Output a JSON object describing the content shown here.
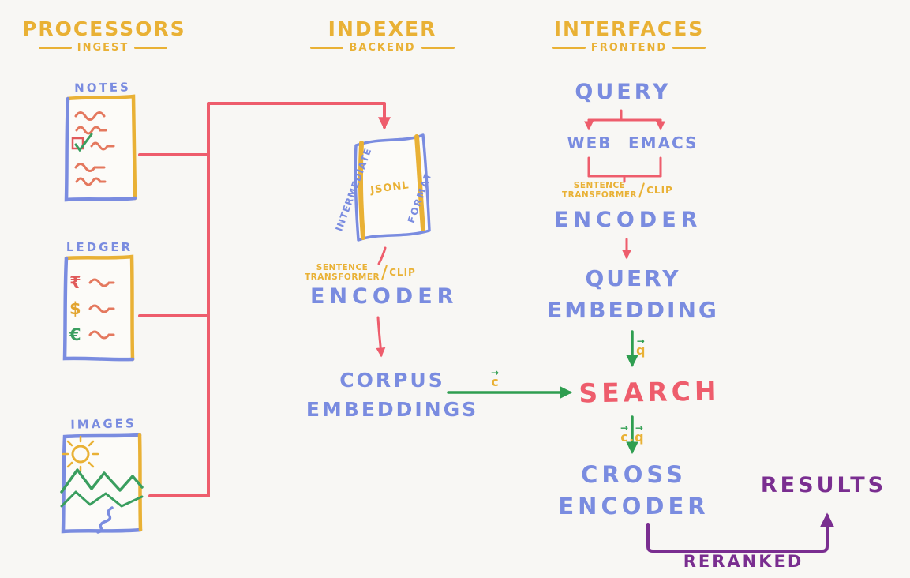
{
  "colors": {
    "yellow": "#e9b135",
    "blue": "#7a8ce0",
    "red": "#ee5d6c",
    "green": "#2f9e50",
    "purple": "#7a2e90",
    "background": "#f8f7f4"
  },
  "columns": {
    "processors": {
      "title": "PROCESSORS",
      "subtitle": "INGEST"
    },
    "indexer": {
      "title": "INDEXER",
      "subtitle": "BACKEND"
    },
    "interfaces": {
      "title": "INTERFACES",
      "subtitle": "FRONTEND"
    }
  },
  "processors": {
    "notes_label": "NOTES",
    "ledger_label": "LEDGER",
    "images_label": "IMAGES",
    "ledger_symbols": [
      "₹",
      "$",
      "€"
    ]
  },
  "indexer": {
    "scroll_left": "INTERMEDIATE",
    "scroll_center": "JSONL",
    "scroll_right": "FORMAT",
    "model_line1": "SENTENCE",
    "model_line2": "TRANSFORMER",
    "model_alt": "CLIP",
    "encoder": "ENCODER",
    "corpus_line1": "CORPUS",
    "corpus_line2": "EMBEDDINGS"
  },
  "interfaces": {
    "query": "QUERY",
    "web": "WEB",
    "emacs": "EMACS",
    "model_line1": "SENTENCE",
    "model_line2": "TRANSFORMER",
    "model_alt": "CLIP",
    "encoder": "ENCODER",
    "embedding_line1": "QUERY",
    "embedding_line2": "EMBEDDING",
    "search": "SEARCH",
    "cross_line1": "CROSS",
    "cross_line2": "ENCODER",
    "results": "RESULTS",
    "reranked": "RERANKED"
  },
  "vectors": {
    "arrow": "→",
    "c": "c",
    "q": "q",
    "dot": "."
  }
}
